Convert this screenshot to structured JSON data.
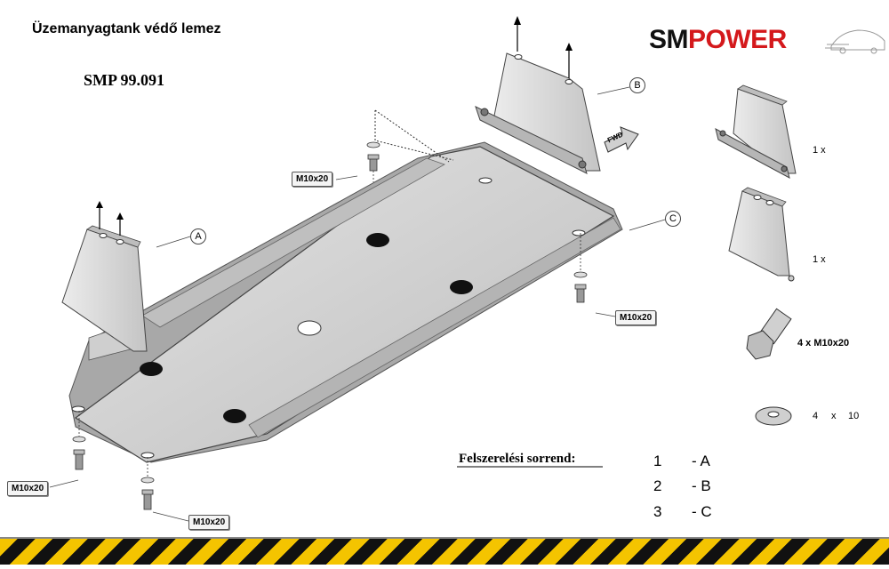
{
  "title": "Üzemanyagtank védő lemez",
  "product_code": "SMP 99.091",
  "brand": {
    "part1": "SM",
    "part2": "POWER",
    "color_dark": "#111111",
    "color_red": "#d4191c"
  },
  "callouts": {
    "a": "A",
    "b": "B",
    "c": "C"
  },
  "fwd_label": "FWD",
  "bolt_tags": [
    "M10x20",
    "M10x20",
    "M10x20",
    "M10x20"
  ],
  "parts_list": [
    {
      "qty": "1 x"
    },
    {
      "qty": "1 x"
    },
    {
      "qty": "4 x M10x20"
    },
    {
      "qty_num": "4",
      "qty_x": "x",
      "qty_size": "10"
    }
  ],
  "sequence": {
    "title": "Felszerelési sorrend:",
    "steps": [
      {
        "num": "1",
        "label": "- A"
      },
      {
        "num": "2",
        "label": "- B"
      },
      {
        "num": "3",
        "label": "- C"
      }
    ]
  },
  "colors": {
    "plate": "#cfcfcf",
    "plate_dark": "#9c9c9c",
    "bracket": "#d8d8d8",
    "hazard_yellow": "#f4c400",
    "hazard_black": "#111111"
  }
}
